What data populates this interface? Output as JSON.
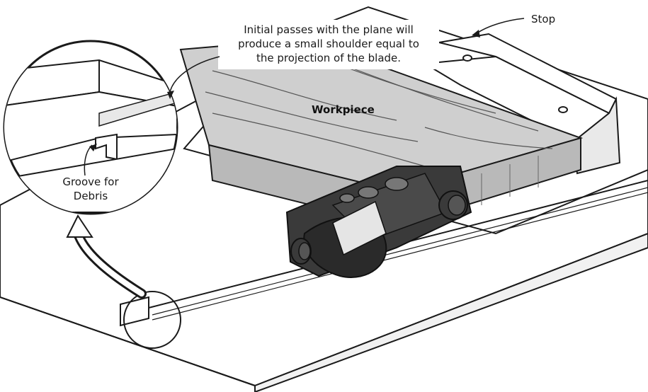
{
  "labels": {
    "stop": "Stop",
    "workpiece": "Workpiece",
    "groove_line1": "Groove for",
    "groove_line2": "Debris",
    "note_line1": "Initial passes with the plane will",
    "note_line2": "produce a small shoulder equal to",
    "note_line3": "the projection of the blade."
  },
  "colors": {
    "outline": "#1a1a1a",
    "wood": "#cfcfcf",
    "wood_dark": "#b4b4b4",
    "plane_body": "#3a3a3a",
    "plane_dark": "#222222",
    "board_white": "#ffffff",
    "shadow_gray": "#e6e6e6"
  }
}
